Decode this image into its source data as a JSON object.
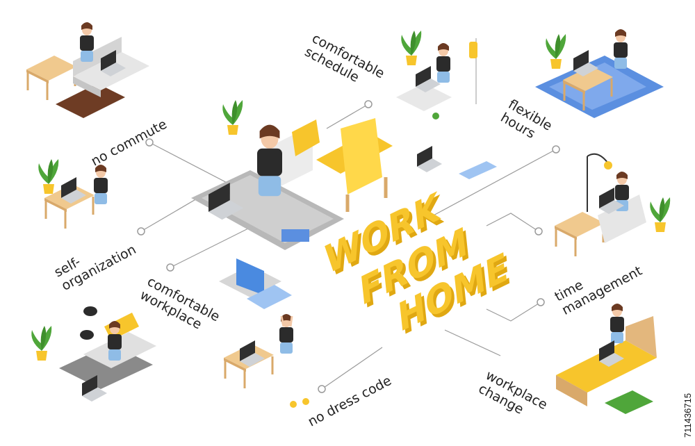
{
  "center_text": [
    "WORK",
    "FROM",
    "HOME"
  ],
  "labels": {
    "no_commute": "no commute",
    "comfortable_schedule": [
      "comfortable",
      "schedule"
    ],
    "flexible_hours": [
      "flexible",
      "hours"
    ],
    "self_organization": [
      "self-",
      "organization"
    ],
    "comfortable_workplace": [
      "comfortable",
      "workplace"
    ],
    "time_management": [
      "time",
      "management"
    ],
    "no_dress_code": "no dress code",
    "workplace_change": [
      "workplace",
      "change"
    ]
  },
  "side_id": "711436715",
  "colors": {
    "accent": "#f7c52c",
    "accent_light": "#ffe07a",
    "line": "#9a9a9a",
    "wood": "#e3b77d",
    "skin": "#f3c9a8",
    "hair": "#6b3a22",
    "shirt": "#2b2b2b",
    "pants": "#8fbce6",
    "rug_blue": "#5b8fe0",
    "plant": "#4fa63a"
  }
}
